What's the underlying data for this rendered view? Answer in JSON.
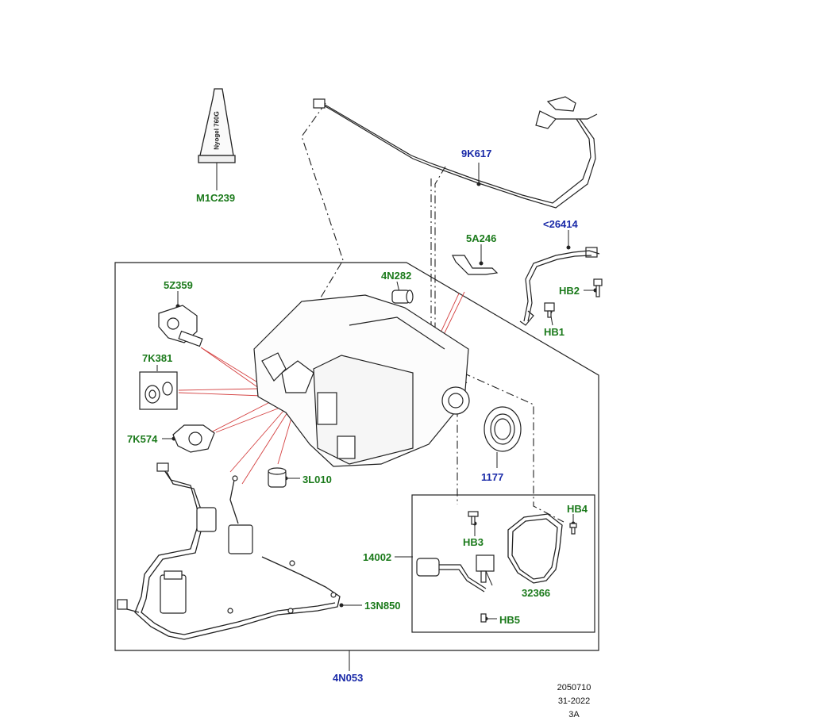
{
  "colors": {
    "part_label_green": "#1b7a1b",
    "part_label_blue": "#1a2aa8",
    "leader_red": "#d44040",
    "line_art": "#222222"
  },
  "tube_text": "Nyogel 760G",
  "labels": {
    "m1c239": "M1C239",
    "p9k617": "9K617",
    "p26414": "<26414",
    "p5a246": "5A246",
    "p4n282": "4N282",
    "p5z359": "5Z359",
    "hb2": "HB2",
    "hb1": "HB1",
    "p7k381": "7K381",
    "p7k574": "7K574",
    "p1177": "1177",
    "p3l010": "3L010",
    "hb4": "HB4",
    "hb3": "HB3",
    "p14002": "14002",
    "p32366": "32366",
    "p13n850": "13N850",
    "hb5": "HB5",
    "p4n053": "4N053"
  },
  "footer": {
    "ref_number": "2050710",
    "date_code": "31-2022",
    "sheet": "3A"
  }
}
